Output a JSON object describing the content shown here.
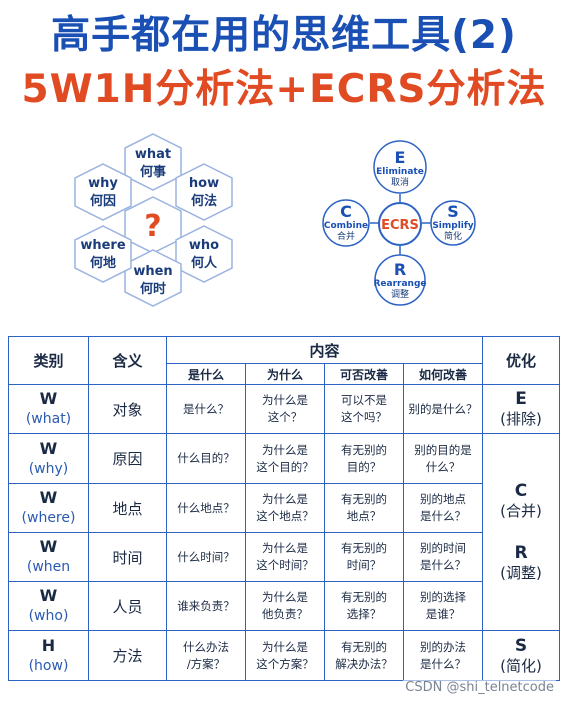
{
  "title": {
    "line1": "高手都在用的思维工具(2)",
    "line2": "5W1H分析法+ECRS分析法"
  },
  "hexagons": {
    "center": "?",
    "items": [
      {
        "en": "what",
        "cn": "何事"
      },
      {
        "en": "how",
        "cn": "何法"
      },
      {
        "en": "who",
        "cn": "何人"
      },
      {
        "en": "when",
        "cn": "何时"
      },
      {
        "en": "where",
        "cn": "何地"
      },
      {
        "en": "why",
        "cn": "何因"
      }
    ]
  },
  "ecrs": {
    "center": "ECRS",
    "e": {
      "letter": "E",
      "en": "Eliminate",
      "cn": "取消"
    },
    "s": {
      "letter": "S",
      "en": "Simplify",
      "cn": "简化"
    },
    "r": {
      "letter": "R",
      "en": "Rearrange",
      "cn": "调整"
    },
    "c": {
      "letter": "C",
      "en": "Combine",
      "cn": "合并"
    }
  },
  "table": {
    "h_cat": "类别",
    "h_mean": "含义",
    "h_content": "内容",
    "h_opt": "优化",
    "sub": [
      "是什么",
      "为什么",
      "可否改善",
      "如何改善"
    ],
    "rows": [
      {
        "big": "W",
        "small": "(what)",
        "mean": "对象",
        "c1": "是什么？",
        "c2a": "为什么是",
        "c2b": "这个？",
        "c3a": "可以不是",
        "c3b": "这个吗？",
        "c4a": "别的是什么？",
        "c4b": ""
      },
      {
        "big": "W",
        "small": "(why)",
        "mean": "原因",
        "c1": "什么目的？",
        "c2a": "为什么是",
        "c2b": "这个目的？",
        "c3a": "有无别的",
        "c3b": "目的？",
        "c4a": "别的目的是",
        "c4b": "什么？"
      },
      {
        "big": "W",
        "small": "(where)",
        "mean": "地点",
        "c1": "什么地点？",
        "c2a": "为什么是",
        "c2b": "这个地点？",
        "c3a": "有无别的",
        "c3b": "地点？",
        "c4a": "别的地点",
        "c4b": "是什么？"
      },
      {
        "big": "W",
        "small": "(when",
        "mean": "时间",
        "c1": "什么时间？",
        "c2a": "为什么是",
        "c2b": "这个时间？",
        "c3a": "有无别的",
        "c3b": "时间？",
        "c4a": "别的时间",
        "c4b": "是什么？"
      },
      {
        "big": "W",
        "small": "(who)",
        "mean": "人员",
        "c1": "谁来负责？",
        "c2a": "为什么是",
        "c2b": "他负责？",
        "c3a": "有无别的",
        "c3b": "选择？",
        "c4a": "别的选择",
        "c4b": "是谁？"
      },
      {
        "big": "H",
        "small": "(how)",
        "mean": "方法",
        "c1a": "什么办法",
        "c1b": "/方案？",
        "c2a": "为什么是",
        "c2b": "这个方案？",
        "c3a": "有无别的",
        "c3b": "解决办法？",
        "c4a": "别的办法",
        "c4b": "是什么？"
      }
    ],
    "opt": {
      "e_big": "E",
      "e_small": "(排除)",
      "c_big": "C",
      "c_small": "(合并)",
      "r_big": "R",
      "r_small": "(调整)",
      "s_big": "S",
      "s_small": "(简化)"
    }
  },
  "watermark": "CSDN @shi_telnetcode",
  "colors": {
    "title_blue": "#1a4fb3",
    "title_red": "#e04b24",
    "border": "#2e63c4"
  }
}
